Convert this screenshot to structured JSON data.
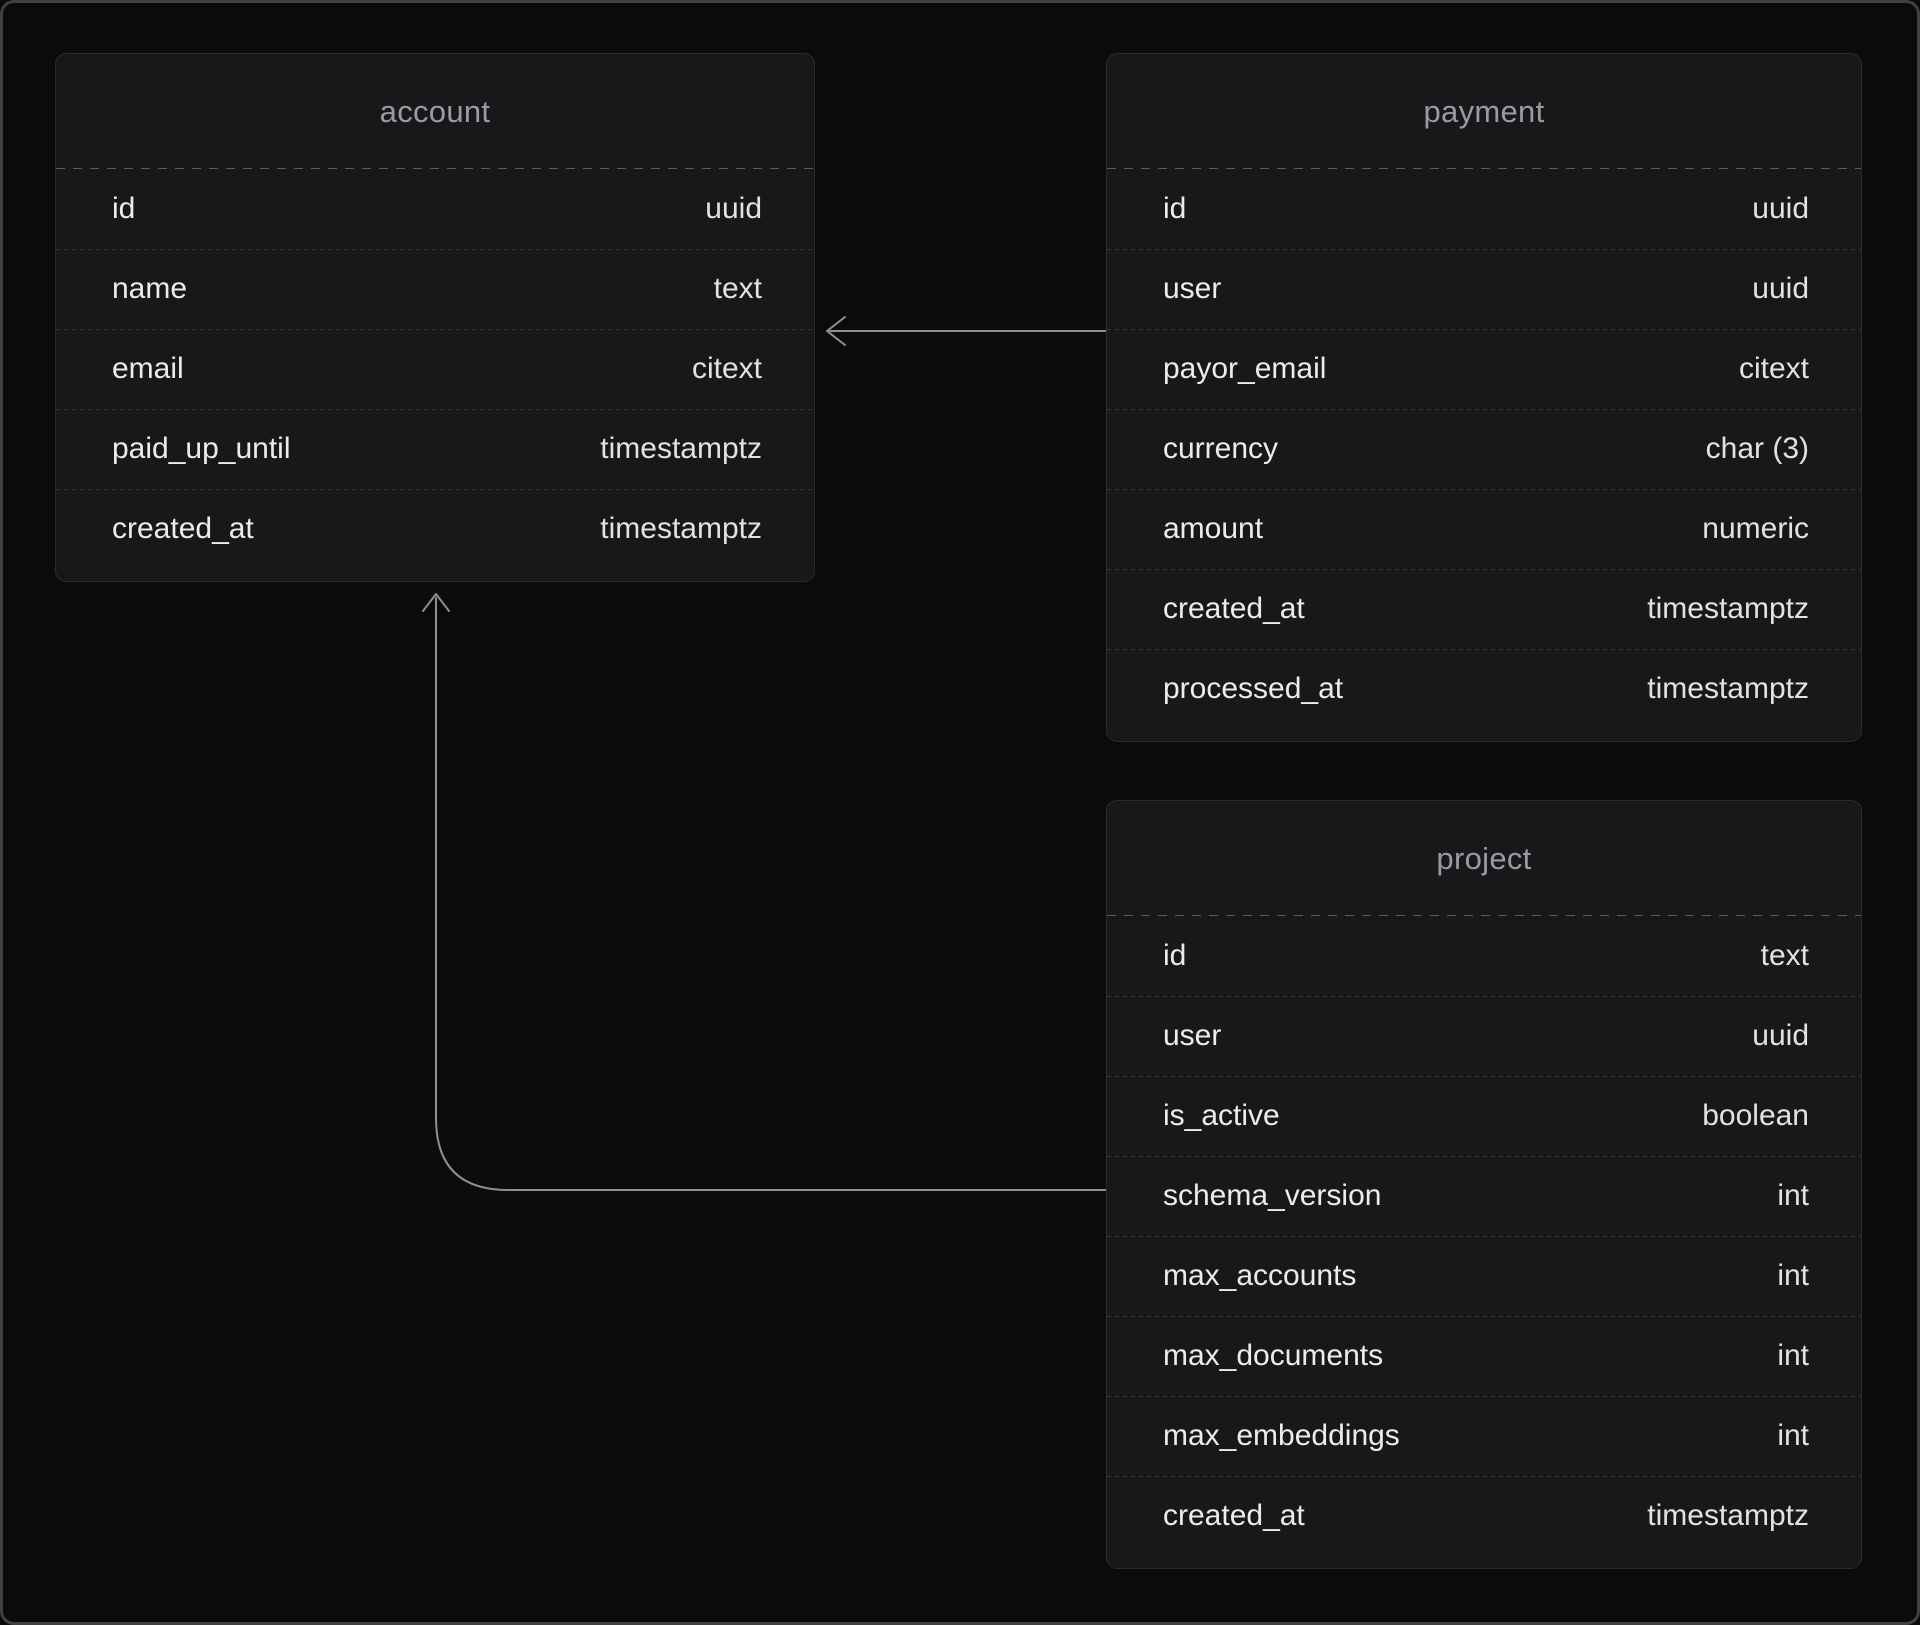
{
  "diagram": {
    "tables": [
      {
        "title": "account",
        "fields": [
          {
            "name": "id",
            "type": "uuid"
          },
          {
            "name": "name",
            "type": "text"
          },
          {
            "name": "email",
            "type": "citext"
          },
          {
            "name": "paid_up_until",
            "type": "timestamptz"
          },
          {
            "name": "created_at",
            "type": "timestamptz"
          }
        ]
      },
      {
        "title": "payment",
        "fields": [
          {
            "name": "id",
            "type": "uuid"
          },
          {
            "name": "user",
            "type": "uuid"
          },
          {
            "name": "payor_email",
            "type": "citext"
          },
          {
            "name": "currency",
            "type": "char (3)"
          },
          {
            "name": "amount",
            "type": "numeric"
          },
          {
            "name": "created_at",
            "type": "timestamptz"
          },
          {
            "name": "processed_at",
            "type": "timestamptz"
          }
        ]
      },
      {
        "title": "project",
        "fields": [
          {
            "name": "id",
            "type": "text"
          },
          {
            "name": "user",
            "type": "uuid"
          },
          {
            "name": "is_active",
            "type": "boolean"
          },
          {
            "name": "schema_version",
            "type": "int"
          },
          {
            "name": "max_accounts",
            "type": "int"
          },
          {
            "name": "max_documents",
            "type": "int"
          },
          {
            "name": "max_embeddings",
            "type": "int"
          },
          {
            "name": "created_at",
            "type": "timestamptz"
          }
        ]
      }
    ],
    "relations": [
      {
        "from": "payment",
        "to": "account"
      },
      {
        "from": "project",
        "to": "account"
      }
    ]
  },
  "colors": {
    "page-bg": "#0b0b0c",
    "frame-border": "#414143",
    "card-bg": "#18181a",
    "card-border": "#2b2b2d",
    "title-text": "#9a9aa0",
    "field-text": "#ececee",
    "type-text": "#e2e2e4",
    "connector": "#8f8f91"
  }
}
